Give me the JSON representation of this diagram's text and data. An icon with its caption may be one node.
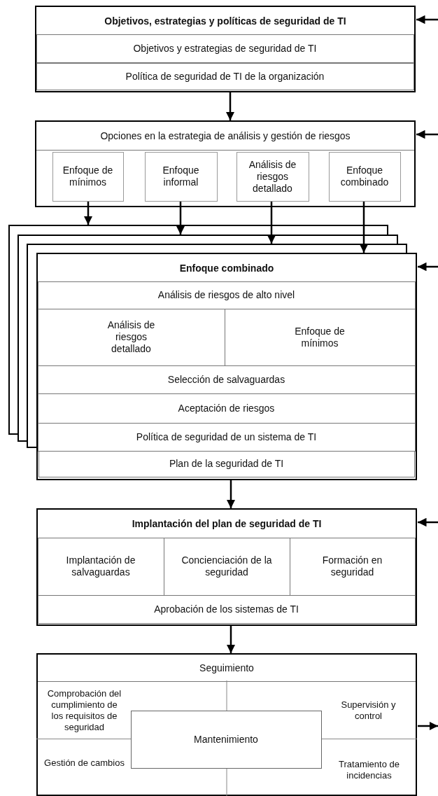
{
  "diagram": {
    "nodes": [
      {
        "text": [
          "Objetivos, estrategias y políticas de seguridad de TI"
        ]
      },
      {
        "text": [
          "Objetivos y estrategias de seguridad de TI"
        ],
        "in": 0
      },
      {
        "text": [
          "Política de seguridad de TI de la organización"
        ],
        "in": 0
      },
      {
        "text": [
          "Opciones en la estrategia de análisis y gestión de riesgos"
        ]
      },
      {
        "text": [
          "Enfoque de mínimos"
        ],
        "in": 3
      },
      {
        "text": [
          "Enfoque informal"
        ],
        "in": 3
      },
      {
        "text": [
          "Análisis de riesgos detallado"
        ],
        "in": 3
      },
      {
        "text": [
          "Enfoque combinado"
        ],
        "in": 3
      },
      {
        "text": [
          "Enfoque combinado"
        ]
      },
      {
        "text": [
          "Análisis de riesgos de alto nivel"
        ],
        "in": 8
      },
      {
        "text": [
          "Análisis de riesgos detallado"
        ],
        "in": 8
      },
      {
        "text": [
          "Enfoque de mínimos"
        ],
        "in": 8
      },
      {
        "text": [
          "Selección de salvaguardas"
        ],
        "in": 8
      },
      {
        "text": [
          "Aceptación de riesgos"
        ],
        "in": 8
      },
      {
        "text": [
          "Política de seguridad de un sistema de TI"
        ],
        "in": 8
      },
      {
        "text": [
          "Plan de la seguridad de TI"
        ],
        "in": 8
      },
      {
        "text": [
          "Implantación del plan de seguridad de TI"
        ]
      },
      {
        "text": [
          "Implantación de salvaguardas"
        ],
        "in": 16
      },
      {
        "text": [
          "Concienciación de la seguridad"
        ],
        "in": 16
      },
      {
        "text": [
          "Formación en seguridad"
        ],
        "in": 16
      },
      {
        "text": [
          "Aprobación de los sistemas de TI"
        ],
        "in": 16
      },
      {
        "text": [
          "Seguimiento"
        ]
      },
      {
        "text": [
          "Comprobación del cumplimiento de los requisitos de seguridad"
        ],
        "in": 21
      },
      {
        "text": [
          "Supervisión y control"
        ],
        "in": 21
      },
      {
        "text": [
          "Mantenimiento"
        ],
        "in": 21
      },
      {
        "text": [
          "Gestión de cambios"
        ],
        "in": 21
      },
      {
        "text": [
          "Tratamiento de incidencias"
        ],
        "in": 21
      }
    ],
    "edges": [
      {
        "from": 0,
        "to": 3,
        "arrow": "to"
      },
      {
        "from": 4,
        "to": 8,
        "arrow": "to"
      },
      {
        "from": 5,
        "to": 8,
        "arrow": "to"
      },
      {
        "from": 6,
        "to": 8,
        "arrow": "to"
      },
      {
        "from": 7,
        "to": 8,
        "arrow": "to"
      },
      {
        "from": 8,
        "to": 16,
        "arrow": "to"
      },
      {
        "from": 16,
        "to": 21,
        "arrow": "to"
      },
      {
        "from": null,
        "to": 0,
        "arrow": "to"
      },
      {
        "from": null,
        "to": 3,
        "arrow": "to"
      },
      {
        "from": null,
        "to": 8,
        "arrow": "to"
      },
      {
        "from": null,
        "to": 16,
        "arrow": "to"
      },
      {
        "from": 21,
        "to": null,
        "arrow": "to"
      }
    ]
  }
}
